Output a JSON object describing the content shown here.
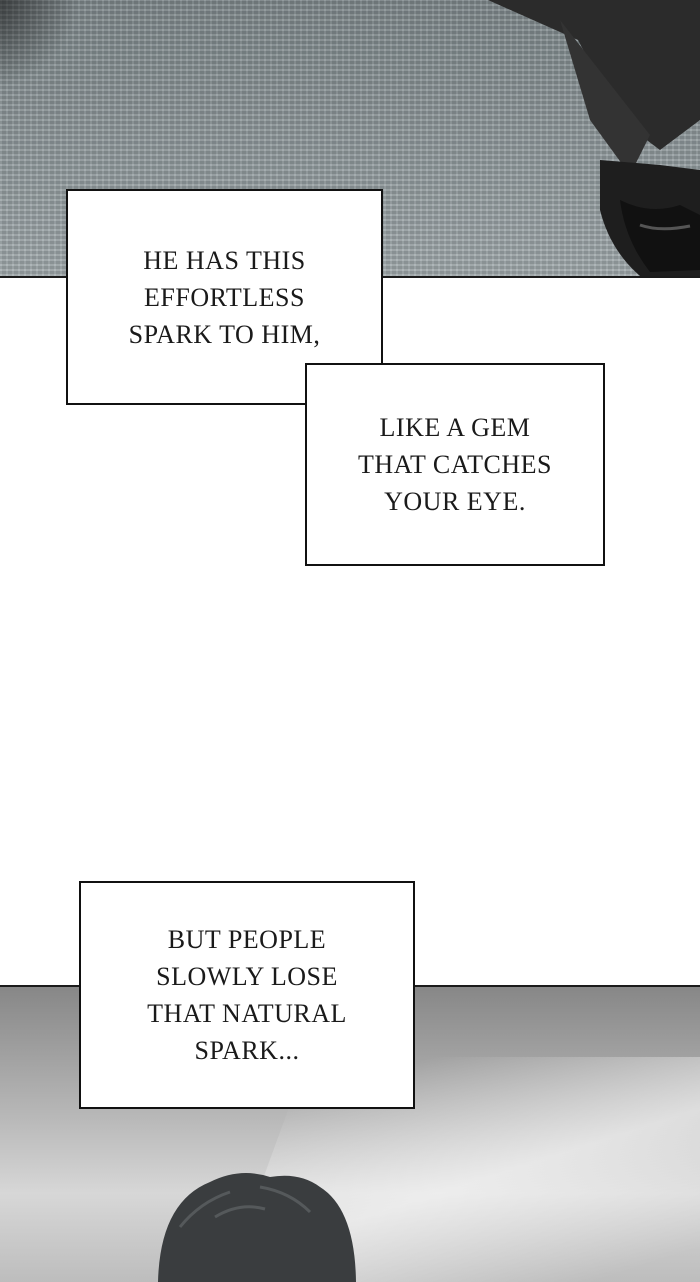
{
  "captions": [
    {
      "lines": [
        "HE HAS THIS",
        "EFFORTLESS",
        "SPARK TO HIM,"
      ]
    },
    {
      "lines": [
        "LIKE A GEM",
        "THAT CATCHES",
        "YOUR EYE."
      ]
    },
    {
      "lines": [
        "BUT PEOPLE",
        "SLOWLY LOSE",
        "THAT NATURAL",
        "SPARK..."
      ]
    }
  ],
  "colors": {
    "carpet": "#8e989b",
    "figure_dark": "#2b2b2b",
    "hair": "#3a3d3f",
    "caption_border": "#111111"
  }
}
